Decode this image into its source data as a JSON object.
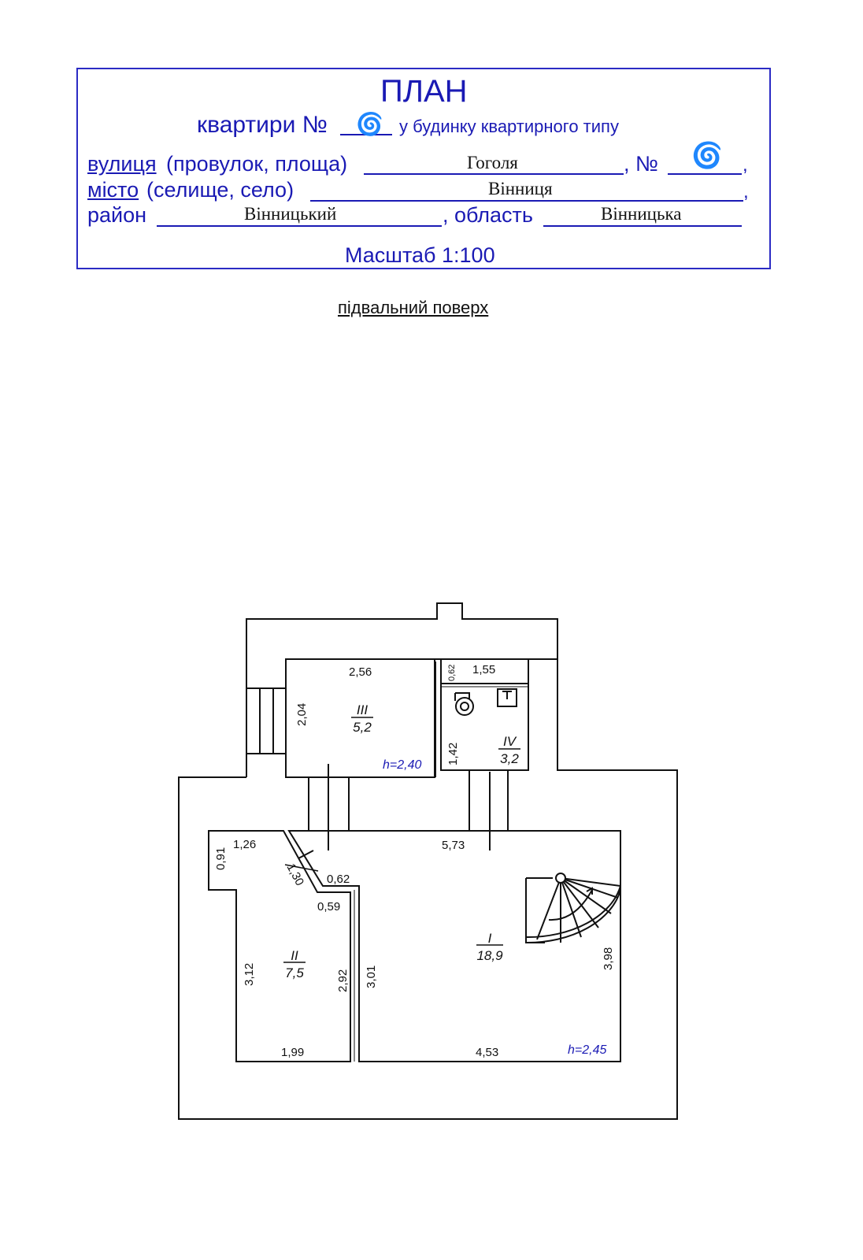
{
  "header": {
    "title": "ПЛАН",
    "apartment_label": "квартири №",
    "apartment_suffix": "у будинку квартирного типу",
    "street_label": "вулиця",
    "street_label_alt": "(провулок, площа)",
    "street_value": "Гоголя",
    "house_no_label": ", №",
    "city_label": "місто",
    "city_label_alt": "(селище, село)",
    "city_value": "Вінниця",
    "district_label": "район",
    "district_value": "Вінницький",
    "region_label": ", область",
    "region_value": "Вінницька",
    "scale": "Масштаб 1:100",
    "comma": ","
  },
  "floor_label": "підвальний поверх",
  "rooms": [
    {
      "number": "III",
      "area": "5,2",
      "height": "h=2,40"
    },
    {
      "number": "IV",
      "area": "3,2"
    },
    {
      "number": "II",
      "area": "7,5"
    },
    {
      "number": "I",
      "area": "18,9",
      "height": "h=2,45"
    }
  ],
  "dimensions": {
    "r3_top": "2,56",
    "r3_left": "2,04",
    "r4_top": "1,55",
    "r4_small": "0,62",
    "r4_left": "1,42",
    "r2_top": "1,26",
    "r2_left_top": "0,91",
    "r2_diag": "1,30",
    "r2_step": "0,62",
    "r2_step2": "0,59",
    "r2_left": "3,12",
    "r2_right": "2,92",
    "r2_bottom": "1,99",
    "r1_top": "5,73",
    "r1_left": "3,01",
    "r1_right": "3,98",
    "r1_bottom": "4,53"
  },
  "colors": {
    "blue": "#1a1ab4"
  }
}
